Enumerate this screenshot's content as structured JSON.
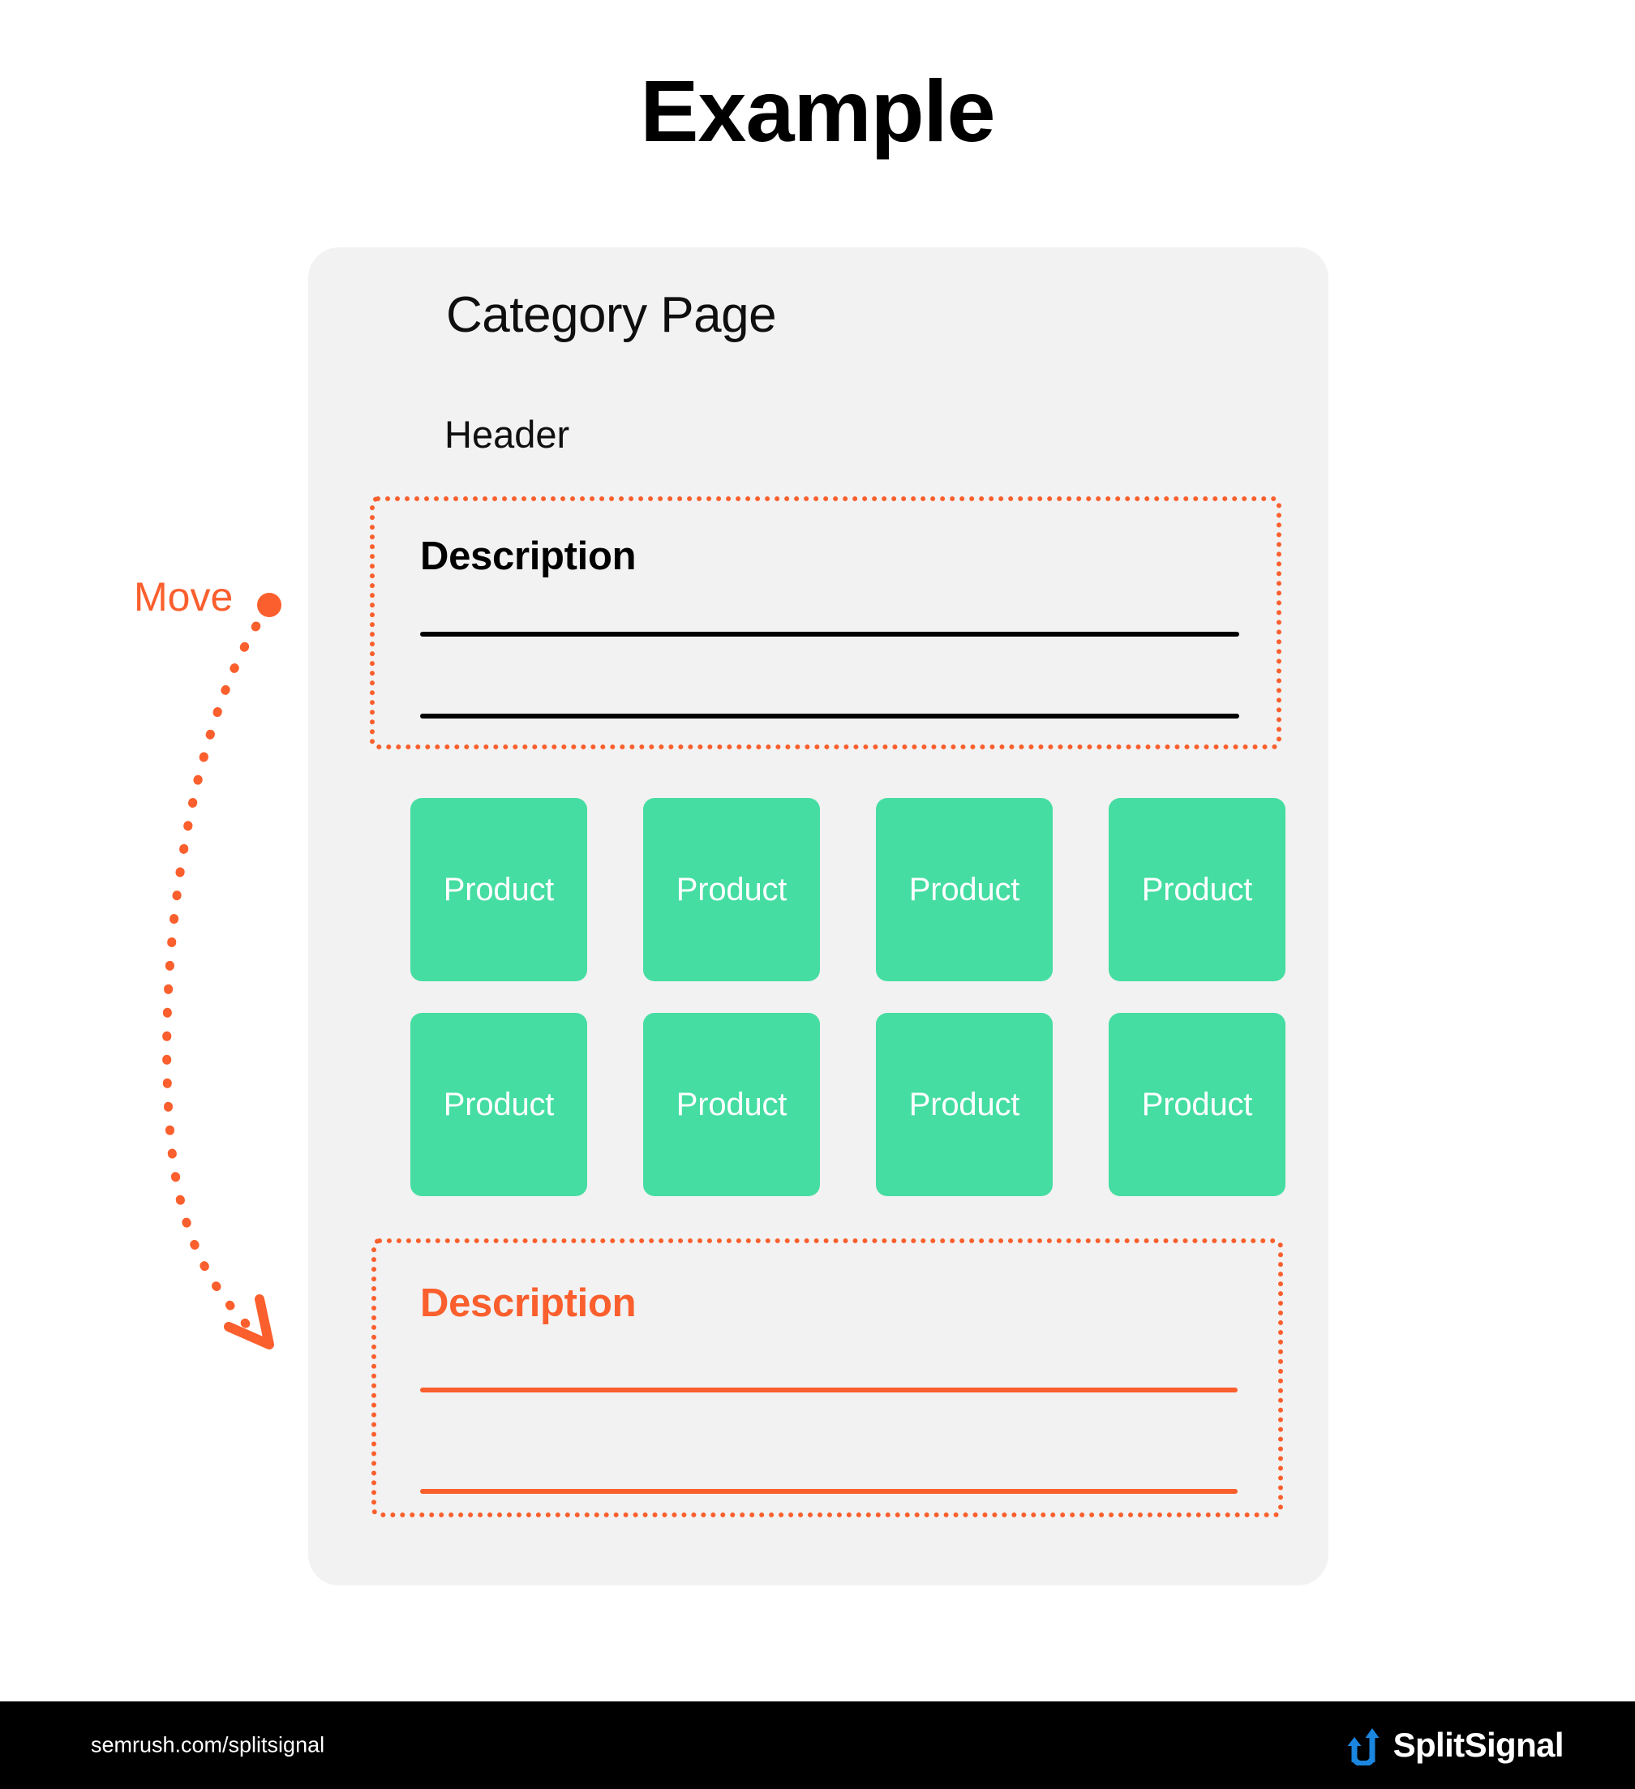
{
  "title": "Example",
  "card": {
    "page_title": "Category Page",
    "header_label": "Header"
  },
  "annotation": {
    "move_label": "Move",
    "arrow_icon": "curved-dotted-arrow-icon",
    "anchor_icon": "anchor-dot-icon"
  },
  "description_original": {
    "heading": "Description",
    "line_count": 2
  },
  "description_new": {
    "heading": "Description",
    "line_count": 2
  },
  "products": [
    {
      "label": "Product"
    },
    {
      "label": "Product"
    },
    {
      "label": "Product"
    },
    {
      "label": "Product"
    },
    {
      "label": "Product"
    },
    {
      "label": "Product"
    },
    {
      "label": "Product"
    },
    {
      "label": "Product"
    }
  ],
  "footer": {
    "url": "semrush.com/splitsignal",
    "logo_text": "SplitSignal",
    "logo_icon": "split-arrow-icon"
  },
  "colors": {
    "accent_orange": "#fa5f2d",
    "product_green": "#45dda2",
    "card_gray": "#f2f2f2",
    "logo_blue": "#1a86e0",
    "footer_black": "#000000",
    "text_black": "#000000",
    "text_white": "#ffffff"
  }
}
